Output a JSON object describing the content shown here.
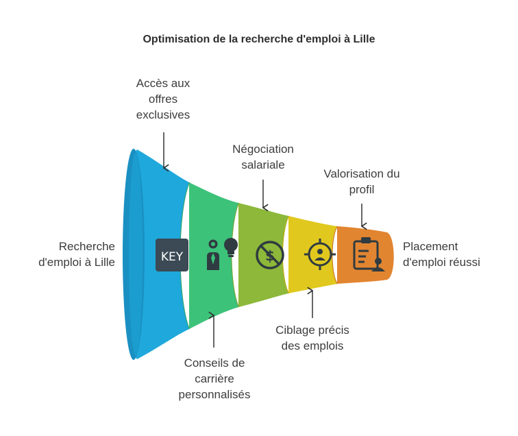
{
  "title": "Optimisation de la recherche d'emploi à Lille",
  "start_label": [
    "Recherche",
    "d'emploi à Lille"
  ],
  "end_label": [
    "Placement",
    "d'emploi réussi"
  ],
  "stages": [
    {
      "name": "Accès aux offres exclusives",
      "lines": [
        "Accès aux",
        "offres",
        "exclusives"
      ],
      "icon": "key-icon",
      "icon_text": "KEY",
      "color": "#1fa8db"
    },
    {
      "name": "Conseils de carrière personnalisés",
      "lines": [
        "Conseils de",
        "carrière",
        "personnalisés"
      ],
      "icon": "advisor-idea-icon",
      "color": "#3dc27a"
    },
    {
      "name": "Négociation salariale",
      "lines": [
        "Négociation",
        "salariale"
      ],
      "icon": "no-dollar-icon",
      "color": "#8db83a"
    },
    {
      "name": "Ciblage précis des emplois",
      "lines": [
        "Ciblage précis",
        "des emplois"
      ],
      "icon": "target-person-icon",
      "color": "#e0c81e"
    },
    {
      "name": "Valorisation du profil",
      "lines": [
        "Valorisation du",
        "profil"
      ],
      "icon": "clipboard-profile-icon",
      "color": "#e28530"
    }
  ]
}
